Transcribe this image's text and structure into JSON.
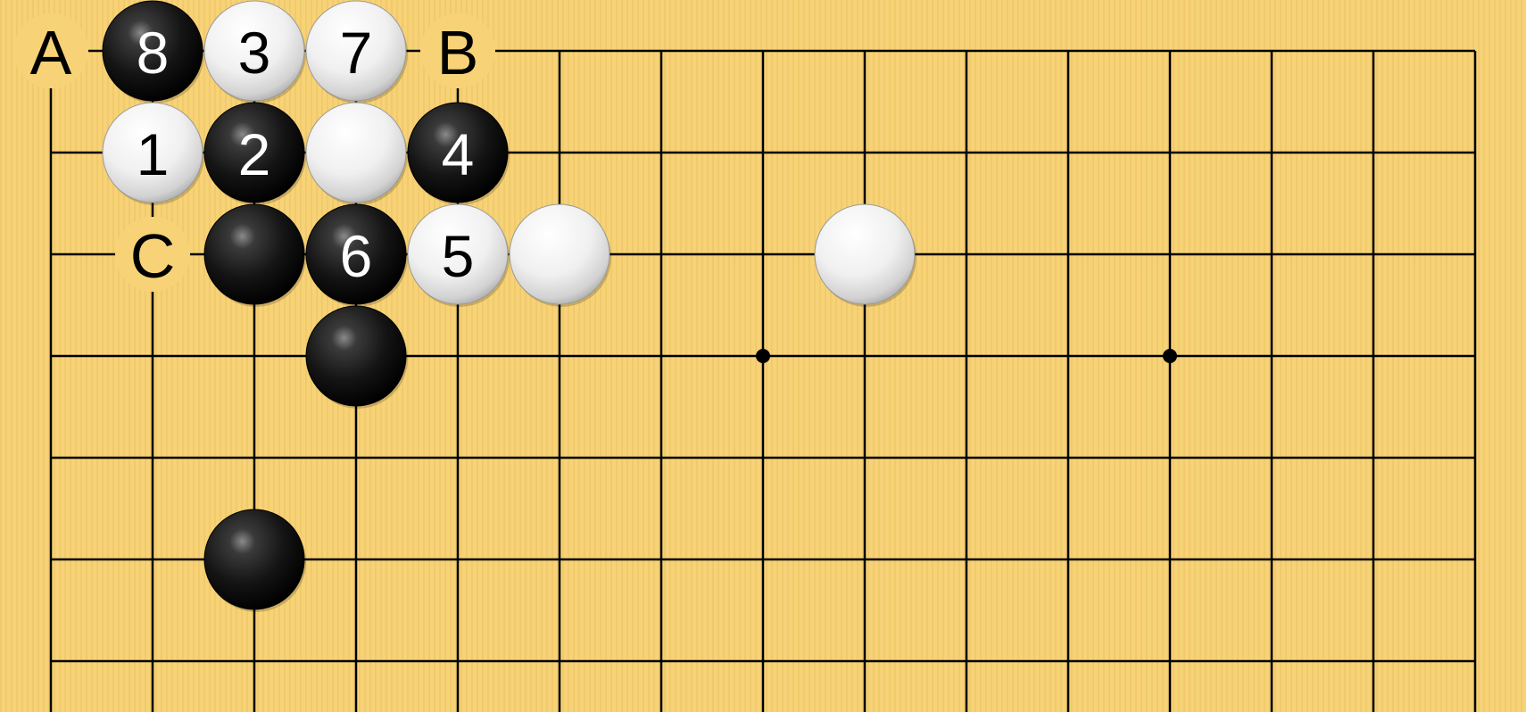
{
  "board": {
    "columns_shown": 15,
    "rows_shown": 7,
    "edges": [
      "top",
      "left"
    ],
    "colors": {
      "board": "#f7d277",
      "grain": "#e9be5c",
      "line": "#000000",
      "black_stone": "#111111",
      "white_stone": "#f2f2f2",
      "label_on_black": "#ffffff",
      "label_on_white": "#000000",
      "letter_label": "#000000"
    },
    "star_points": [
      {
        "col": 7,
        "row": 3
      },
      {
        "col": 11,
        "row": 3
      }
    ],
    "stones": [
      {
        "col": 1,
        "row": 0,
        "color": "black",
        "label": "8"
      },
      {
        "col": 2,
        "row": 0,
        "color": "white",
        "label": "3"
      },
      {
        "col": 3,
        "row": 0,
        "color": "white",
        "label": "7"
      },
      {
        "col": 1,
        "row": 1,
        "color": "white",
        "label": "1"
      },
      {
        "col": 2,
        "row": 1,
        "color": "black",
        "label": "2"
      },
      {
        "col": 3,
        "row": 1,
        "color": "white",
        "label": ""
      },
      {
        "col": 4,
        "row": 1,
        "color": "black",
        "label": "4"
      },
      {
        "col": 2,
        "row": 2,
        "color": "black",
        "label": ""
      },
      {
        "col": 3,
        "row": 2,
        "color": "black",
        "label": "6"
      },
      {
        "col": 4,
        "row": 2,
        "color": "white",
        "label": "5"
      },
      {
        "col": 5,
        "row": 2,
        "color": "white",
        "label": ""
      },
      {
        "col": 8,
        "row": 2,
        "color": "white",
        "label": ""
      },
      {
        "col": 3,
        "row": 3,
        "color": "black",
        "label": ""
      },
      {
        "col": 2,
        "row": 5,
        "color": "black",
        "label": ""
      }
    ],
    "point_labels": [
      {
        "col": 0,
        "row": 0,
        "text": "A"
      },
      {
        "col": 4,
        "row": 0,
        "text": "B"
      },
      {
        "col": 1,
        "row": 2,
        "text": "C"
      }
    ]
  }
}
